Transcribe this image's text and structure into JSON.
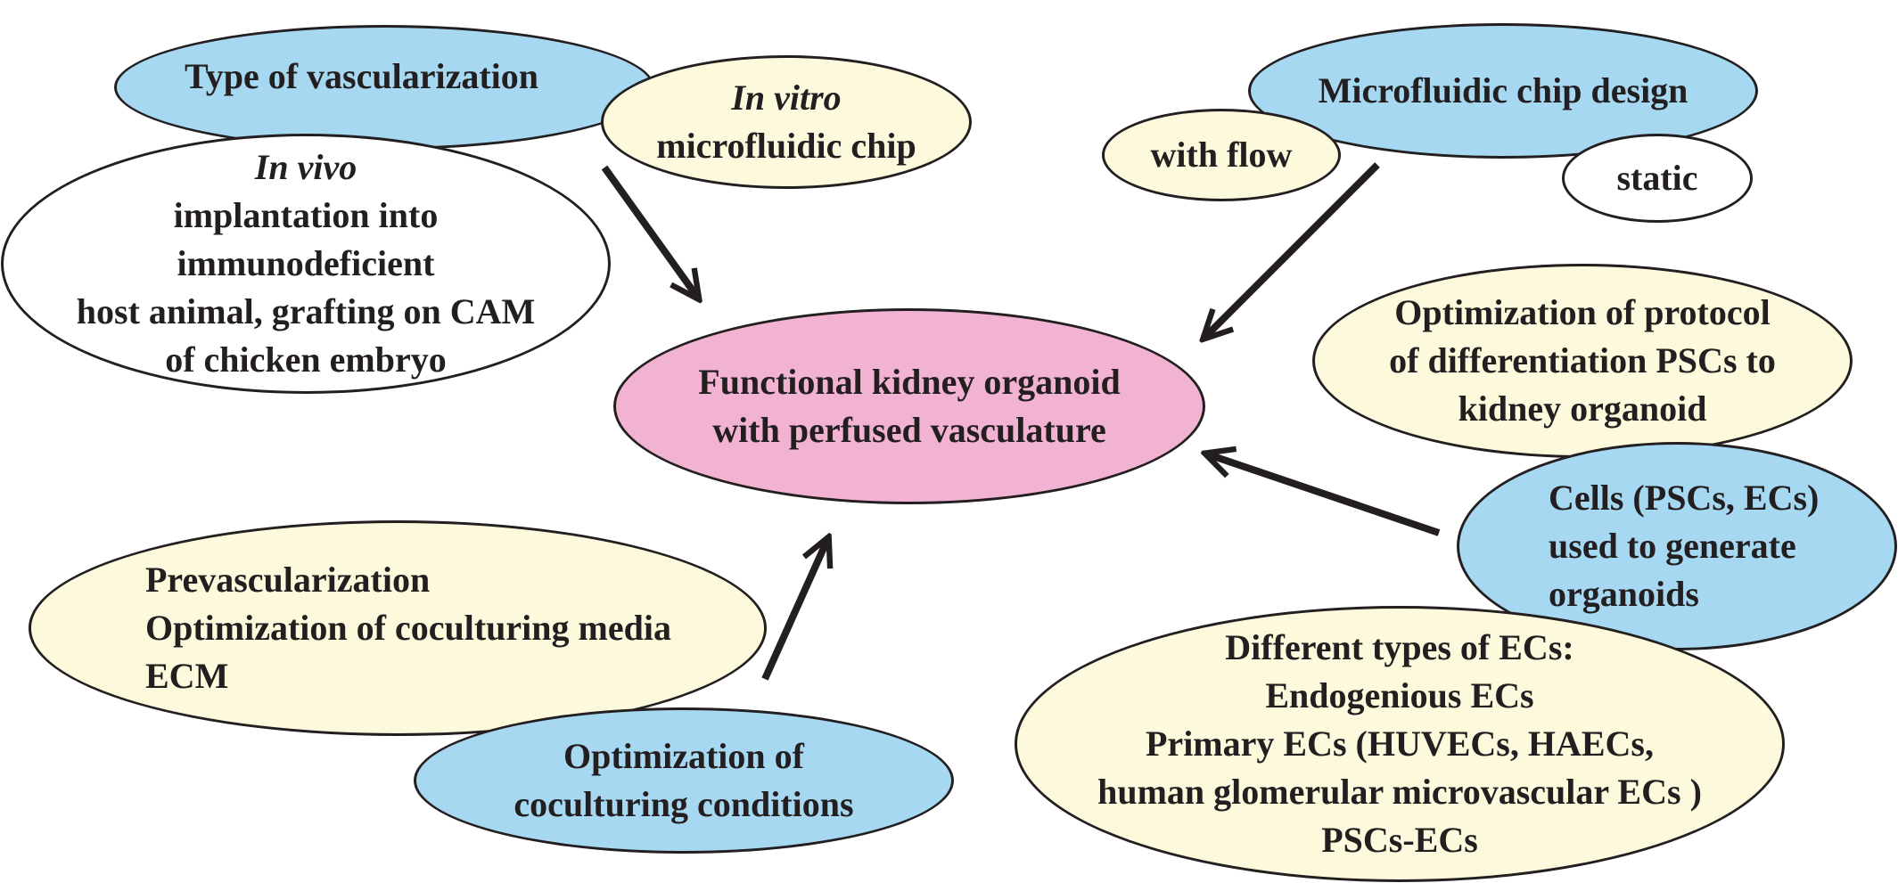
{
  "center": {
    "lines": [
      "Functional kidney organoid",
      "with perfused vasculature"
    ]
  },
  "vascularization": {
    "type_label": "Type of vascularization",
    "in_vitro": {
      "italic": "In vitro",
      "line": "microfluidic chip"
    },
    "in_vivo": {
      "italic": "In vivo",
      "lines": [
        "implantation into",
        "immunodeficient",
        "host animal, grafting on CAM",
        "of chicken embryo"
      ]
    }
  },
  "chip": {
    "design_label": "Microfluidic chip design",
    "with_flow": "with flow",
    "static": "static"
  },
  "protocol": {
    "lines": [
      "Optimization of protocol",
      "of differentiation PSCs to",
      "kidney organoid"
    ]
  },
  "cells": {
    "lines": [
      "Cells (PSCs, ECs)",
      "used to generate",
      "organoids"
    ]
  },
  "ec_types": {
    "lines": [
      "Different types of ECs:",
      "Endogenious ECs",
      "Primary ECs (HUVECs, HAECs,",
      "human glomerular microvascular ECs )",
      "PSCs-ECs"
    ]
  },
  "prevasc": {
    "lines": [
      "Prevascularization",
      "Optimization of coculturing media",
      "ECM"
    ]
  },
  "coculture": {
    "lines": [
      "Optimization of",
      "coculturing conditions"
    ]
  },
  "colors": {
    "blue": "#a7d8f2",
    "yellow": "#fcf9dc",
    "pink": "#f2b3d3",
    "outline": "#231f20"
  }
}
